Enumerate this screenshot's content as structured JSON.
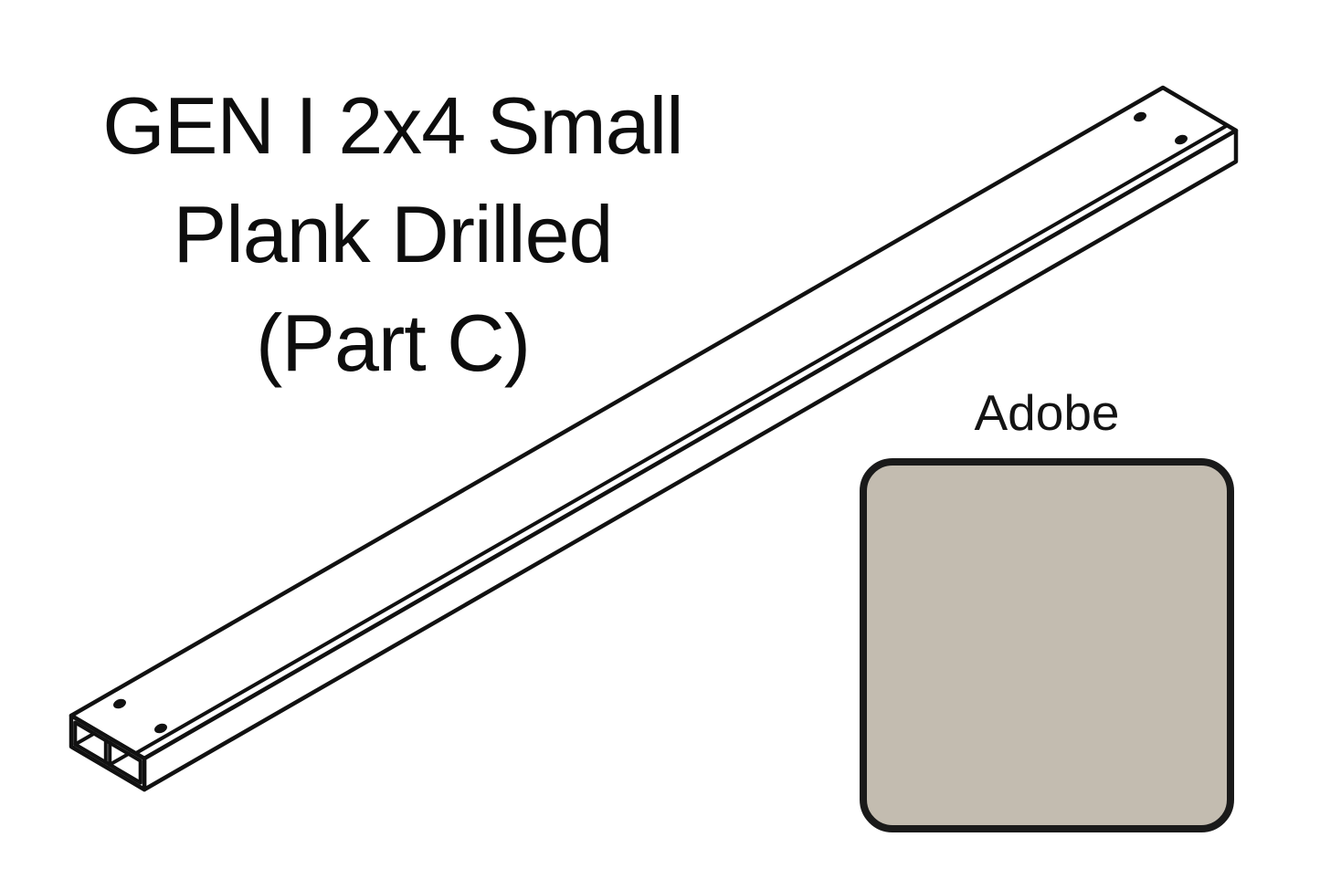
{
  "title": {
    "line1": "GEN I 2x4 Small",
    "line2": "Plank Drilled",
    "line3": "(Part C)"
  },
  "diagram": {
    "description": "Isometric line drawing of a hollow two-cell 2x4 plank with two drilled holes near each end",
    "stroke_hex": "#111111",
    "hole_fill_hex": "#111111",
    "face_fill_hex": "#ffffff",
    "hole_count": "4"
  },
  "swatch": {
    "label": "Adobe",
    "fill_hex": "#c3bcb0",
    "border_hex": "#1a1a1a"
  }
}
